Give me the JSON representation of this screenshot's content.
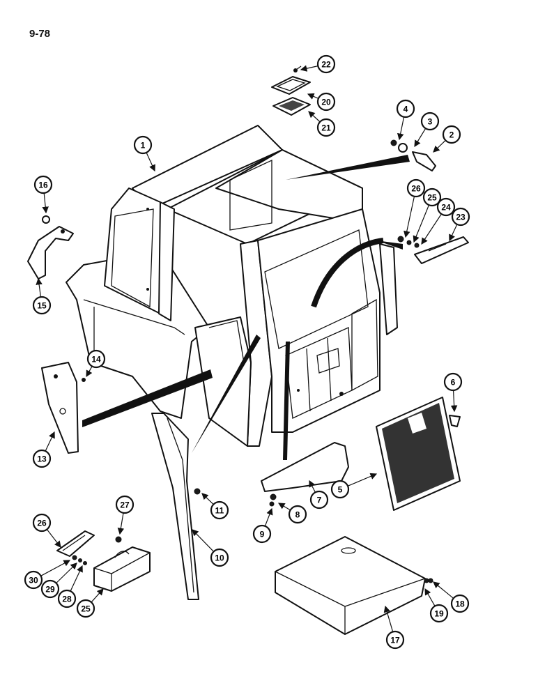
{
  "page_number": "9-78",
  "callouts": [
    "1",
    "2",
    "3",
    "4",
    "5",
    "6",
    "7",
    "8",
    "9",
    "10",
    "11",
    "13",
    "14",
    "15",
    "16",
    "17",
    "18",
    "19",
    "20",
    "21",
    "22",
    "23",
    "24",
    "25",
    "26",
    "27",
    "26",
    "28",
    "29",
    "30",
    "25"
  ]
}
